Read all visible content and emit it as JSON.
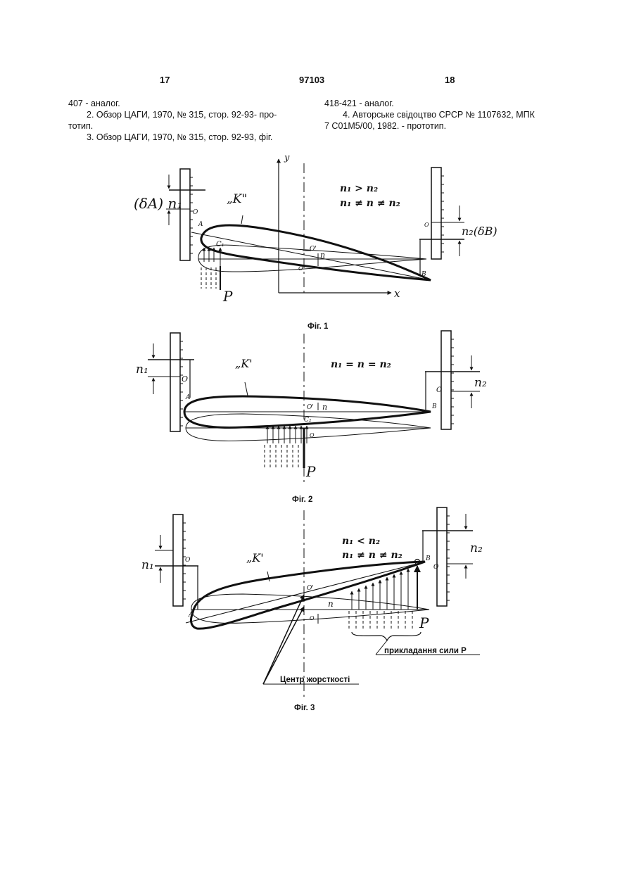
{
  "header": {
    "left_page": "17",
    "doc_number": "97103",
    "right_page": "18"
  },
  "left_column": [
    "407 - аналог.",
    "2. Обзор ЦАГИ, 1970, № 315, стор. 92-93- про-",
    "тотип.",
    "3. Обзор ЦАГИ, 1970, № 315, стор. 92-93, фіг."
  ],
  "right_column": [
    "418-421 - аналог.",
    "4. Авторське свідоцтво СРСР № 1107632, МПК",
    "7 С01М5/00, 1982. - прототип."
  ],
  "figures": {
    "fig1": {
      "caption": "Фіг. 1",
      "relation_line1": "n₁ > n₂",
      "relation_line2": "n₁ ≠ n ≠ n₂",
      "contour_label": "„K\"",
      "left_scale_label": "(δA) n₁",
      "right_scale_label": "n₂(δB)",
      "axis_y": "y",
      "axis_x": "x",
      "force": "P",
      "points": {
        "a": "A",
        "c": "C₁",
        "o_prime": "O'",
        "n": "n",
        "o": "O",
        "b": "B",
        "left_zero": "O",
        "right_zero": "O"
      }
    },
    "fig2": {
      "caption": "Фіг. 2",
      "relation": "n₁ = n = n₂",
      "contour_label": "„K'",
      "left_scale_label": "n₁",
      "right_scale_label": "n₂",
      "force": "P",
      "points": {
        "a": "A",
        "o_prime": "O'",
        "c": "C₂",
        "n": "n",
        "o": "O",
        "b": "B",
        "left_zero": "O",
        "right_zero": "O"
      }
    },
    "fig3": {
      "caption": "Фіг. 3",
      "relation_line1": "n₁ < n₂",
      "relation_line2": "n₁ ≠ n ≠ n₂",
      "contour_label": "„K'",
      "left_scale_label": "n₁",
      "right_scale_label": "n₂",
      "force": "P",
      "points": {
        "a": "A",
        "o_prime": "O'",
        "n": "n",
        "o": "O",
        "b": "B",
        "left_zero": "O",
        "right_zero": "O"
      },
      "callout_force": "прикладання сили Р",
      "callout_center": "Центр жорсткості"
    }
  }
}
